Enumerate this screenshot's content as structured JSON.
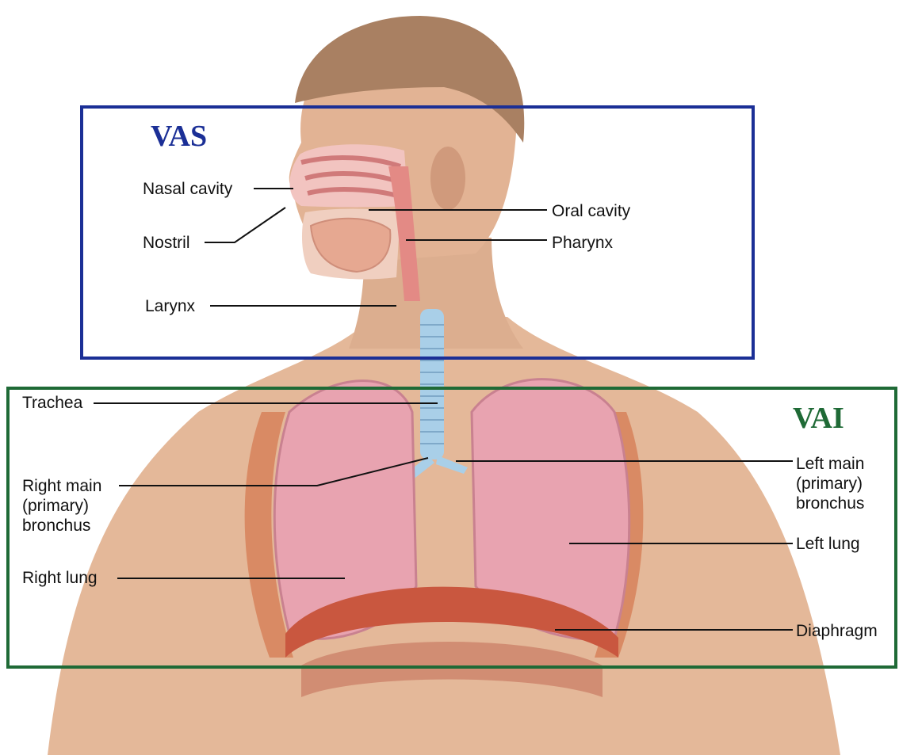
{
  "regions": {
    "upper": {
      "title": "VAS",
      "color": "#1b2f96"
    },
    "lower": {
      "title": "VAI",
      "color": "#1f6a36"
    }
  },
  "labels": {
    "nasal_cavity": "Nasal cavity",
    "nostril": "Nostril",
    "larynx": "Larynx",
    "oral_cavity": "Oral cavity",
    "pharynx": "Pharynx",
    "trachea": "Trachea",
    "right_main_bronchus": "Right main\n(primary)\nbronchus",
    "right_lung": "Right lung",
    "left_main_bronchus": "Left main\n(primary)\nbronchus",
    "left_lung": "Left lung",
    "diaphragm": "Diaphragm"
  },
  "colors": {
    "skin": "#d9ab8d",
    "hair": "#a98062",
    "lung": "#e8a3b0",
    "trachea": "#a9cfe8",
    "diaphragm": "#c9573f",
    "leader_line": "#111111"
  }
}
